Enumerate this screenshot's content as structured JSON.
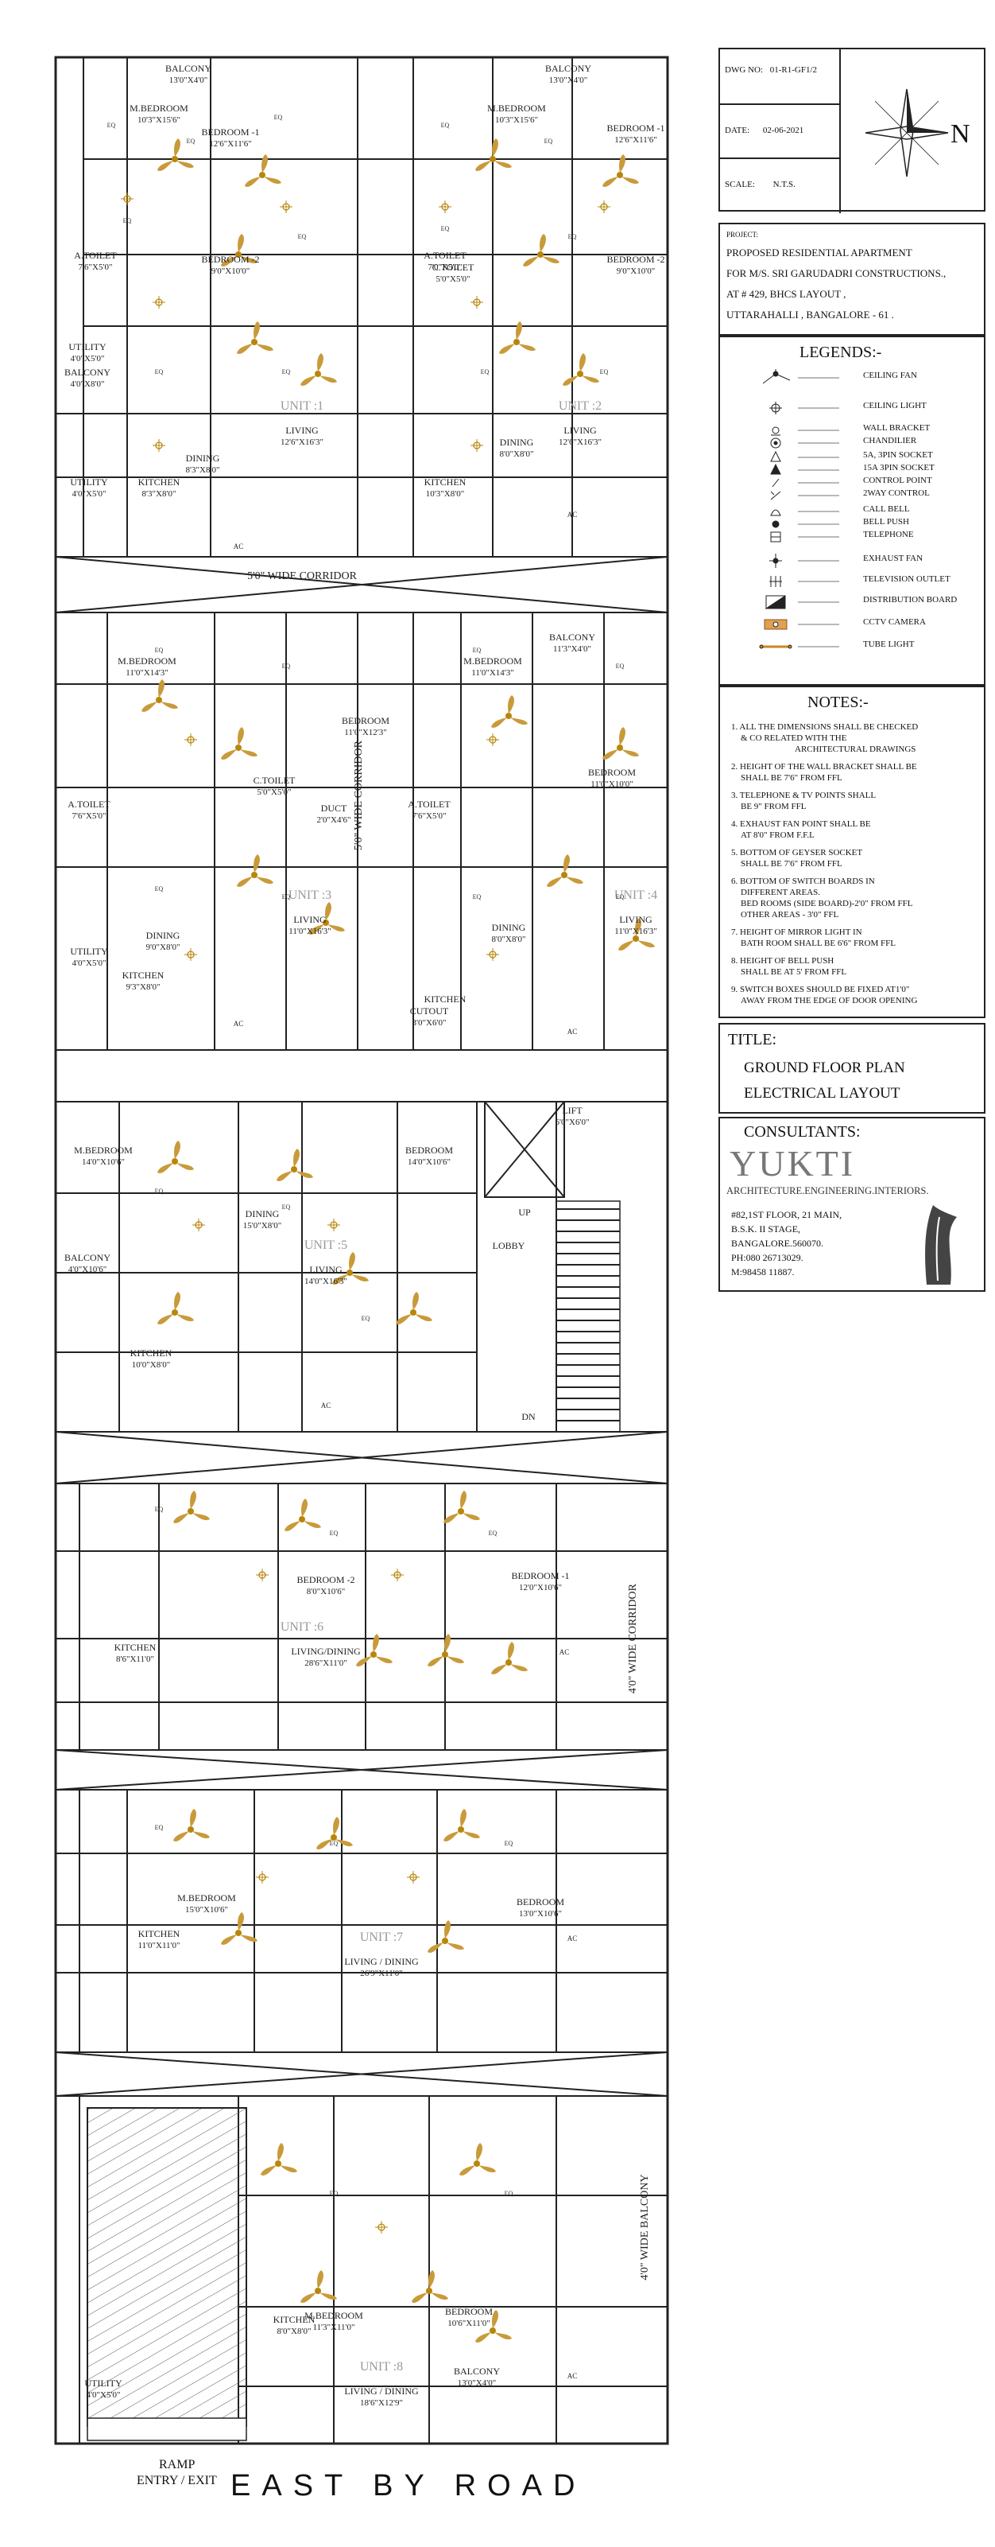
{
  "title_block": {
    "dwg_no_label": "DWG NO:",
    "dwg_no": "01-R1-GF1/2",
    "date_label": "DATE:",
    "date": "02-06-2021",
    "scale_label": "SCALE:",
    "scale": "N.T.S.",
    "north_label": "N",
    "project_label": "PROJECT:",
    "project_lines": [
      "PROPOSED RESIDENTIAL APARTMENT",
      "FOR M/S. SRI GARUDADRI CONSTRUCTIONS.,",
      "AT # 429, BHCS LAYOUT ,",
      "UTTARAHALLI , BANGALORE - 61 ."
    ]
  },
  "legends": {
    "heading": "LEGENDS:-",
    "items": [
      {
        "label": "CEILING FAN",
        "icon": "ceiling-fan-icon"
      },
      {
        "label": "CEILING LIGHT",
        "icon": "ceiling-light-icon"
      },
      {
        "label": "WALL BRACKET",
        "icon": "wall-bracket-icon"
      },
      {
        "label": "CHANDILIER",
        "icon": "chandelier-icon"
      },
      {
        "label": "5A, 3PIN SOCKET",
        "icon": "socket-5a-icon"
      },
      {
        "label": "15A 3PIN SOCKET",
        "icon": "socket-15a-icon"
      },
      {
        "label": "CONTROL POINT",
        "icon": "control-point-icon"
      },
      {
        "label": "2WAY CONTROL",
        "icon": "two-way-control-icon"
      },
      {
        "label": "CALL BELL",
        "icon": "call-bell-icon"
      },
      {
        "label": "BELL PUSH",
        "icon": "bell-push-icon"
      },
      {
        "label": "TELEPHONE",
        "icon": "telephone-icon"
      },
      {
        "label": "EXHAUST FAN",
        "icon": "exhaust-fan-icon"
      },
      {
        "label": "TELEVISION OUTLET",
        "icon": "tv-outlet-icon"
      },
      {
        "label": "DISTRIBUTION BOARD",
        "icon": "distribution-board-icon"
      },
      {
        "label": "CCTV CAMERA",
        "icon": "cctv-camera-icon"
      },
      {
        "label": "TUBE LIGHT",
        "icon": "tube-light-icon"
      }
    ]
  },
  "notes": {
    "heading": "NOTES:-",
    "items": [
      "1. ALL THE DIMENSIONS SHALL BE CHECKED",
      "& CO RELATED WITH THE",
      "ARCHITECTURAL DRAWINGS",
      "2. HEIGHT OF THE WALL BRACKET SHALL BE",
      "SHALL BE 7'6\" FROM FFL",
      "3. TELEPHONE & TV POINTS SHALL",
      "BE 9\" FROM FFL",
      "4. EXHAUST FAN POINT SHALL BE",
      "AT 8'0\" FROM F.F.L",
      "5. BOTTOM OF GEYSER SOCKET",
      "SHALL BE 7'6\" FROM FFL",
      "6. BOTTOM OF SWITCH BOARDS IN",
      "DIFFERENT AREAS.",
      "BED ROOMS (SIDE BOARD)-2'0\" FROM FFL",
      "OTHER AREAS - 3'0\" FFL",
      "7. HEIGHT OF MIRROR LIGHT IN",
      "BATH ROOM SHALL BE 6'6\" FROM FFL",
      "8. HEIGHT OF BELL PUSH",
      "SHALL BE AT 5' FROM FFL",
      "9. SWITCH BOXES SHOULD BE FIXED AT1'0\"",
      "AWAY FROM THE EDGE OF DOOR OPENING"
    ]
  },
  "drawing_title": {
    "label": "TITLE:",
    "line1": "GROUND FLOOR PLAN",
    "line2": "ELECTRICAL LAYOUT"
  },
  "consultants": {
    "label": "CONSULTANTS:",
    "firm": "YUKTI",
    "tagline": "ARCHITECTURE.ENGINEERING.INTERIORS.",
    "address_lines": [
      "#82,1ST FLOOR, 21 MAIN,",
      "B.S.K. II STAGE,",
      "BANGALORE.560070.",
      "PH:080 26713029.",
      "M:98458 11887."
    ]
  },
  "plan": {
    "road_label": "EAST BY ROAD",
    "ramp_label": "RAMP",
    "entry_label": "ENTRY / EXIT",
    "eq_label": "EQ",
    "ac_label": "AC",
    "colors": {
      "ink": "#222222",
      "fixture": "#b8860b",
      "hatch": "#555555"
    },
    "corridors": [
      {
        "label": "5'0\" WIDE CORRIDOR"
      },
      {
        "label": "5'0\" WIDE CORRIDOR"
      },
      {
        "label": "4'0\" WIDE CORRIDOR"
      },
      {
        "label": "4'0\" WIDE BALCONY"
      }
    ],
    "rooms": [
      {
        "name": "BALCONY",
        "dim": "13'0\"X4'0\""
      },
      {
        "name": "M.BEDROOM",
        "dim": "10'3\"X15'6\""
      },
      {
        "name": "BEDROOM -1",
        "dim": "12'6\"X11'6\""
      },
      {
        "name": "BALCONY",
        "dim": "13'0\"X4'0\""
      },
      {
        "name": "M.BEDROOM",
        "dim": "10'3\"X15'6\""
      },
      {
        "name": "BEDROOM -1",
        "dim": "12'6\"X11'6\""
      },
      {
        "name": "A.TOILET",
        "dim": "7'6\"X5'0\""
      },
      {
        "name": "BEDROOM -2",
        "dim": "9'0\"X10'0\""
      },
      {
        "name": "A.TOILET",
        "dim": "7'0\"X5'0\""
      },
      {
        "name": "BEDROOM -2",
        "dim": "9'0\"X10'0\""
      },
      {
        "name": "UTILITY",
        "dim": "4'0\"X5'0\""
      },
      {
        "name": "C.TOILET",
        "dim": "5'0\"X5'0\""
      },
      {
        "name": "BALCONY",
        "dim": "4'0\"X8'0\""
      },
      {
        "name": "UNIT :1",
        "dim": ""
      },
      {
        "name": "LIVING",
        "dim": "12'6\"X16'3\""
      },
      {
        "name": "UNIT :2",
        "dim": ""
      },
      {
        "name": "LIVING",
        "dim": "12'6\"X16'3\""
      },
      {
        "name": "DINING",
        "dim": "8'3\"X8'0\""
      },
      {
        "name": "DINING",
        "dim": "8'0\"X8'0\""
      },
      {
        "name": "KITCHEN",
        "dim": "8'3\"X8'0\""
      },
      {
        "name": "KITCHEN",
        "dim": "10'3\"X8'0\""
      },
      {
        "name": "UTILITY",
        "dim": "4'0\"X5'0\""
      },
      {
        "name": "M.BEDROOM",
        "dim": "11'0\"X14'3\""
      },
      {
        "name": "BALCONY",
        "dim": "11'3\"X4'0\""
      },
      {
        "name": "M.BEDROOM",
        "dim": "11'0\"X14'3\""
      },
      {
        "name": "BEDROOM",
        "dim": "11'0\"X12'3\""
      },
      {
        "name": "BEDROOM",
        "dim": "11'0\"X10'0\""
      },
      {
        "name": "C.TOILET",
        "dim": "5'0\"X5'0\""
      },
      {
        "name": "DUCT",
        "dim": "2'0\"X4'6\""
      },
      {
        "name": "A.TOILET",
        "dim": "7'6\"X5'0\""
      },
      {
        "name": "A.TOILET",
        "dim": "7'6\"X5'0\""
      },
      {
        "name": "UNIT :3",
        "dim": ""
      },
      {
        "name": "LIVING",
        "dim": "11'0\"X16'3\""
      },
      {
        "name": "UNIT :4",
        "dim": ""
      },
      {
        "name": "LIVING",
        "dim": "11'0\"X16'3\""
      },
      {
        "name": "DINING",
        "dim": "9'0\"X8'0\""
      },
      {
        "name": "DINING",
        "dim": "8'0\"X8'0\""
      },
      {
        "name": "KITCHEN",
        "dim": "9'3\"X8'0\""
      },
      {
        "name": "KITCHEN",
        "dim": ""
      },
      {
        "name": "CUTOUT",
        "dim": "3'0\"X6'0\""
      },
      {
        "name": "UTILITY",
        "dim": "4'0\"X5'0\""
      },
      {
        "name": "LIFT",
        "dim": "6'0\"X6'0\""
      },
      {
        "name": "M.BEDROOM",
        "dim": "14'0\"X10'6\""
      },
      {
        "name": "BEDROOM",
        "dim": "14'0\"X10'6\""
      },
      {
        "name": "LOBBY",
        "dim": ""
      },
      {
        "name": "UP",
        "dim": ""
      },
      {
        "name": "DN",
        "dim": ""
      },
      {
        "name": "DINING",
        "dim": "15'0\"X8'0\""
      },
      {
        "name": "UNIT :5",
        "dim": ""
      },
      {
        "name": "LIVING",
        "dim": "14'0\"X16'3\""
      },
      {
        "name": "KITCHEN",
        "dim": "10'0\"X8'0\""
      },
      {
        "name": "BALCONY",
        "dim": "4'0\"X10'6\""
      },
      {
        "name": "BEDROOM -2",
        "dim": "8'0\"X10'6\""
      },
      {
        "name": "BEDROOM -1",
        "dim": "12'0\"X10'6\""
      },
      {
        "name": "UNIT :6",
        "dim": ""
      },
      {
        "name": "LIVING/DINING",
        "dim": "28'6\"X11'0\""
      },
      {
        "name": "KITCHEN",
        "dim": "8'6\"X11'0\""
      },
      {
        "name": "M.BEDROOM",
        "dim": "15'0\"X10'6\""
      },
      {
        "name": "BEDROOM",
        "dim": "13'0\"X10'6\""
      },
      {
        "name": "KITCHEN",
        "dim": "11'0\"X11'0\""
      },
      {
        "name": "UNIT :7",
        "dim": ""
      },
      {
        "name": "LIVING / DINING",
        "dim": "26'9\"X11'0\""
      },
      {
        "name": "M.BEDROOM",
        "dim": "11'3\"X11'0\""
      },
      {
        "name": "BEDROOM",
        "dim": "10'6\"X11'0\""
      },
      {
        "name": "UNIT :8",
        "dim": ""
      },
      {
        "name": "LIVING / DINING",
        "dim": "18'6\"X12'9\""
      },
      {
        "name": "KITCHEN",
        "dim": "8'0\"X8'0\""
      },
      {
        "name": "BALCONY",
        "dim": "13'0\"X4'0\""
      },
      {
        "name": "UTILITY",
        "dim": "4'0\"X5'0\""
      }
    ]
  }
}
